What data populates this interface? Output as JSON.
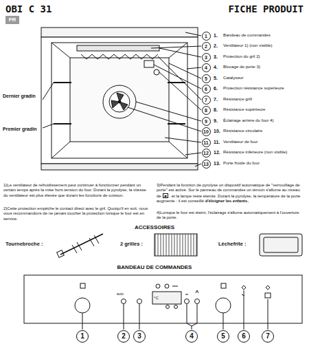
{
  "diagram": {
    "title": "FICHE PRODUIT",
    "nodes": [
      {
        "text": [
          "FR"
        ]
      },
      {
        "text": [
          "1"
        ]
      },
      {
        "text": [
          "2"
        ]
      },
      {
        "text": [
          "3"
        ]
      },
      {
        "text": [
          "4"
        ]
      },
      {
        "text": [
          "5"
        ]
      },
      {
        "text": [
          "6"
        ]
      },
      {
        "text": [
          "7"
        ]
      },
      {
        "text": [
          "8"
        ]
      },
      {
        "text": [
          "9"
        ]
      },
      {
        "text": [
          "10"
        ]
      },
      {
        "text": [
          "11"
        ]
      },
      {
        "text": [
          "12"
        ]
      },
      {
        "text": [
          "13"
        ]
      },
      {
        "text": [
          "1"
        ]
      },
      {
        "text": [
          "2"
        ]
      },
      {
        "text": [
          "3"
        ]
      },
      {
        "text": [
          "4"
        ]
      },
      {
        "text": [
          "5"
        ]
      },
      {
        "text": [
          "6"
        ]
      },
      {
        "text": [
          "7"
        ]
      }
    ],
    "labels": [
      "OBI C 31",
      "Dernier gradin",
      "Premier gradin",
      "1.",
      "2.",
      "3.",
      "4.",
      "5.",
      "6.",
      "7.",
      "8.",
      "9.",
      "10.",
      "11.",
      "12.",
      "13.",
      "Bandeau de commandes",
      "Ventilateur 1) (non visible)",
      "Protection du gril 2)",
      "Blocage de porte 3)",
      "Catalyseur",
      "Protection résistance supérieure",
      "Résistance grill",
      "Résistance supérieure",
      "Éclairage arrière du four 4)",
      "Résistance circulaire",
      "Ventilateur de four",
      "Résistance inférieure (non visible)",
      "Porte froide du four",
      "1)Le ventilateur de refroidissement peut continuer à fonctionner pendant un certain temps après la mise hors tension du four. Durant la pyrolyse, la vitesse du ventilateur est plus élevée que durant les fonctions de cuisson.",
      "2)Cette protection empêche le contact direct avec le gril. Quoiqu'il en soit, nous vous recommandons de ne jamais toucher la protection lorsque le four est en service.",
      "3)Pendant la fonction de pyrolyse un dispositif automatique de \"verrouillage de porte\" est activé. Sur le panneau de commandes un témoin s'allume au niveau de",
      ", et la lampe reste éteinte. Durant la pyrolyse, la température de la porte augmente : il est conseillé",
      "d'éloigner les enfants.",
      "4)Lorsque le four est éteint, l'éclairage s'allume automatiquement à l'ouverture de la porte.",
      "ACCESSOIRES",
      "Tournebroche :",
      "2 grilles :",
      "Lèchefrite :",
      "BANDEAU DE COMMANDES",
      "auto",
      "°C"
    ]
  }
}
